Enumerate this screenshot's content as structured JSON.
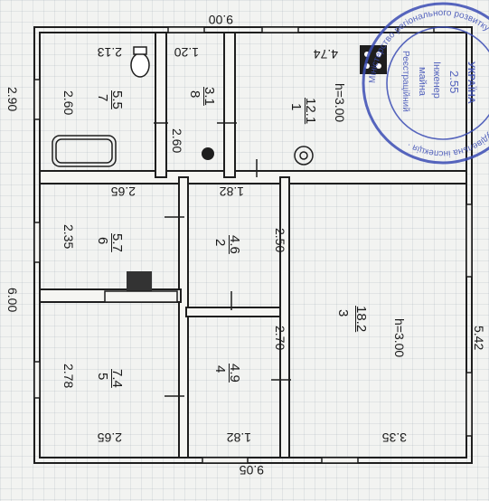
{
  "dimensions": {
    "overall_width_top": "9.05",
    "overall_width_bottom": "9.00",
    "overall_height_left": "5.42",
    "overall_height_right": "6.00",
    "bay_left": "3.35",
    "room3_depth": "1.82",
    "room4_width_a": "2.65",
    "room4_width_b": "1.82",
    "room5_width": "2.65",
    "room5_height": "2.78",
    "room6_height": "2.35",
    "room4_height": "2.70",
    "room2_height": "2.50",
    "room7_height": "2.60",
    "room8_height": "2.60",
    "room1_width": "4.74",
    "room7_width": "2.13",
    "room8_width": "1.20",
    "room7_outer": "2.90"
  },
  "rooms": [
    {
      "num": "3",
      "area": "18.2",
      "height": "h=3.00"
    },
    {
      "num": "4",
      "area": "4.9"
    },
    {
      "num": "2",
      "area": "4.6"
    },
    {
      "num": "5",
      "area": "7.4"
    },
    {
      "num": "6",
      "area": "5.7"
    },
    {
      "num": "1",
      "area": "12.1",
      "height": "h=3.00"
    },
    {
      "num": "7",
      "area": "5.5"
    },
    {
      "num": "8",
      "area": "3.1"
    }
  ],
  "stamp": {
    "lines": [
      "УКРАЇНА",
      "2.55",
      "Інженер",
      "майна",
      "Реєстраційний"
    ],
    "ring_text": "Міністерство регіонального розвитку · Державна архітектурно-будівельна інспекція ·",
    "color": "#3b4db5"
  }
}
